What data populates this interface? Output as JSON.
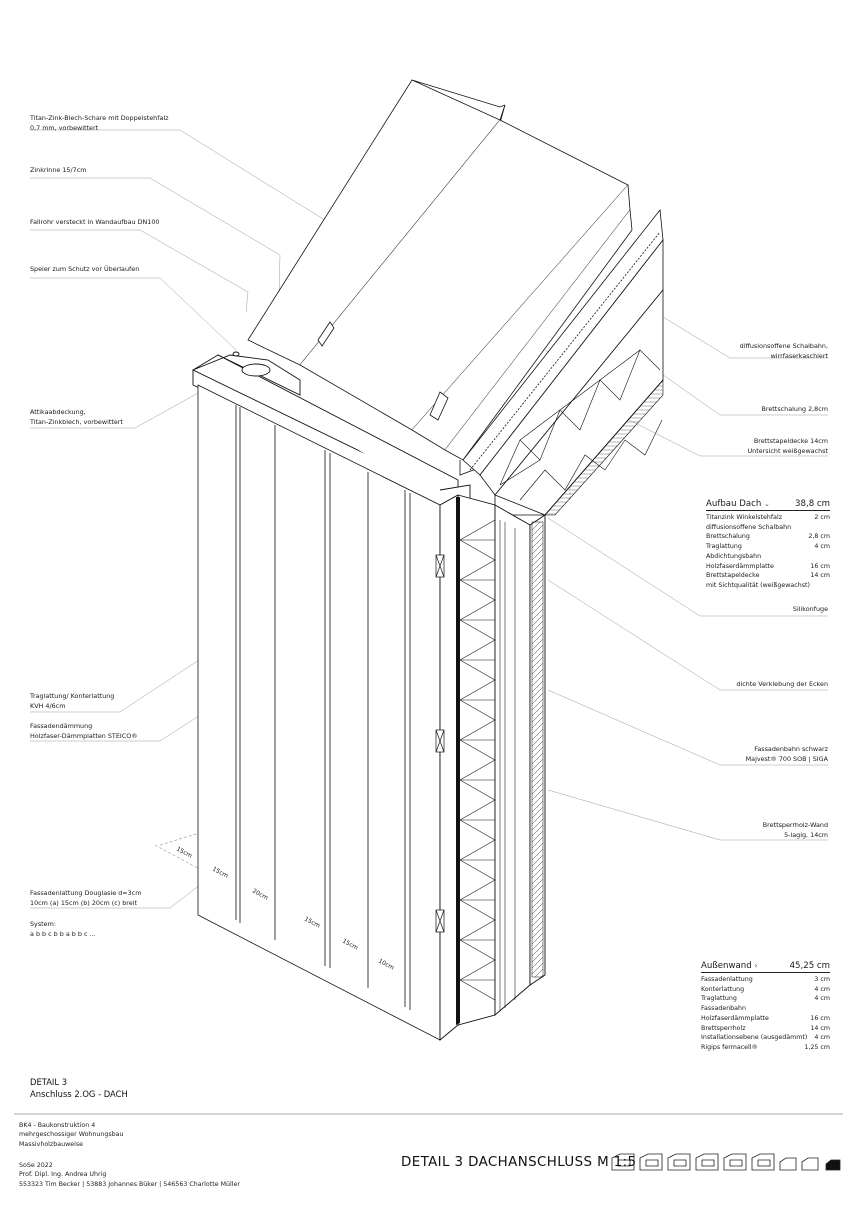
{
  "labels_left": [
    {
      "lines": [
        "Titan-Zink-Blech-Schare mit Doppelstehfalz",
        "0,7 mm, vorbewittert"
      ]
    },
    {
      "lines": [
        "Zinkrinne 15/7cm"
      ]
    },
    {
      "lines": [
        "Fallrohr versteckt in Wandaufbau DN100"
      ]
    },
    {
      "lines": [
        "Speier zum Schutz vor Überlaufen"
      ]
    },
    {
      "lines": [
        "Attikaabdeckung,",
        "Titan-Zinkblech, vorbewittert"
      ]
    },
    {
      "lines": [
        "Traglattung/ Konterlattung",
        "KVH 4/6cm"
      ]
    },
    {
      "lines": [
        "Fassadendämmung",
        "Holzfaser-Dämmplatten STEICO®"
      ]
    },
    {
      "lines": [
        "Fassadenlattung Douglasie d=3cm",
        "10cm (a)  15cm (b)  20cm (c) breit"
      ]
    },
    {
      "lines": [
        "System:",
        "a b b c b b a b b c ..."
      ]
    }
  ],
  "labels_right": [
    {
      "lines": [
        "diffusionsoffene Schalbahn,",
        "wirrfaserkaschiert"
      ]
    },
    {
      "lines": [
        "Brettschalung 2,8cm"
      ]
    },
    {
      "lines": [
        "Brettstapeldecke 14cm",
        "Untersicht weißgewachst"
      ]
    },
    {
      "lines": [
        "Silikonfuge"
      ]
    },
    {
      "lines": [
        "dichte Verklebung der Ecken"
      ]
    },
    {
      "lines": [
        "Fassadenbahn schwarz",
        "Majvest® 700 SOB | SIGA"
      ]
    },
    {
      "lines": [
        "Brettsperrholz-Wand",
        "5-lagig, 14cm"
      ]
    }
  ],
  "roof_table": {
    "title": "Aufbau Dach",
    "chevron": "⌄",
    "total": "38,8 cm",
    "rows": [
      {
        "name": "Titanzink Winkelstehfalz",
        "value": "2 cm"
      },
      {
        "name": "diffusionsoffene Schalbahn",
        "value": ""
      },
      {
        "name": "Brettschalung",
        "value": "2,8 cm"
      },
      {
        "name": "Traglattung",
        "value": "4 cm"
      },
      {
        "name": "Abdichtungsbahn",
        "value": ""
      },
      {
        "name": "Holzfaserdämmplatte",
        "value": "16 cm"
      },
      {
        "name": "Brettstapeldecke",
        "value": "14 cm"
      },
      {
        "name": "mit Sichtqualität (weißgewachst)",
        "value": ""
      }
    ]
  },
  "wall_table": {
    "title": "Außenwand",
    "chevron": "›",
    "total": "45,25 cm",
    "rows": [
      {
        "name": "Fassadenlattung",
        "value": "3 cm"
      },
      {
        "name": "Konterlattung",
        "value": "4 cm"
      },
      {
        "name": "Traglattung",
        "value": "4 cm"
      },
      {
        "name": "Fassadenbahn",
        "value": ""
      },
      {
        "name": "Holzfaserdämmplatte",
        "value": "16 cm"
      },
      {
        "name": "Brettsperrholz",
        "value": "14 cm"
      },
      {
        "name": "Installationsebene (ausgedämmt)",
        "value": "4 cm"
      },
      {
        "name": "Rigips fermacell®",
        "value": "1,25 cm"
      }
    ]
  },
  "dimensions": [
    "15cm",
    "15cm",
    "20cm",
    "15cm",
    "15cm",
    "10cm"
  ],
  "detail": {
    "line1": "DETAIL 3",
    "line2": "Anschluss 2.OG - DACH"
  },
  "footer": {
    "course": [
      "BK4 - Baukonstruktion 4",
      "mehrgeschossiger Wohnungsbau",
      "Massivholzbauweise"
    ],
    "term": [
      "SoSe 2022",
      "Prof. Dipl. Ing. Andrea Uhrig",
      "553323 Tim Becker | 53883 Johannes Büker | 546563 Charlotte Müller"
    ]
  },
  "sheet_title": "DETAIL 3 DACHANSCHLUSS M 1:5",
  "colors": {
    "ink": "#111111",
    "leader": "#9a9a9a",
    "background": "#ffffff"
  }
}
